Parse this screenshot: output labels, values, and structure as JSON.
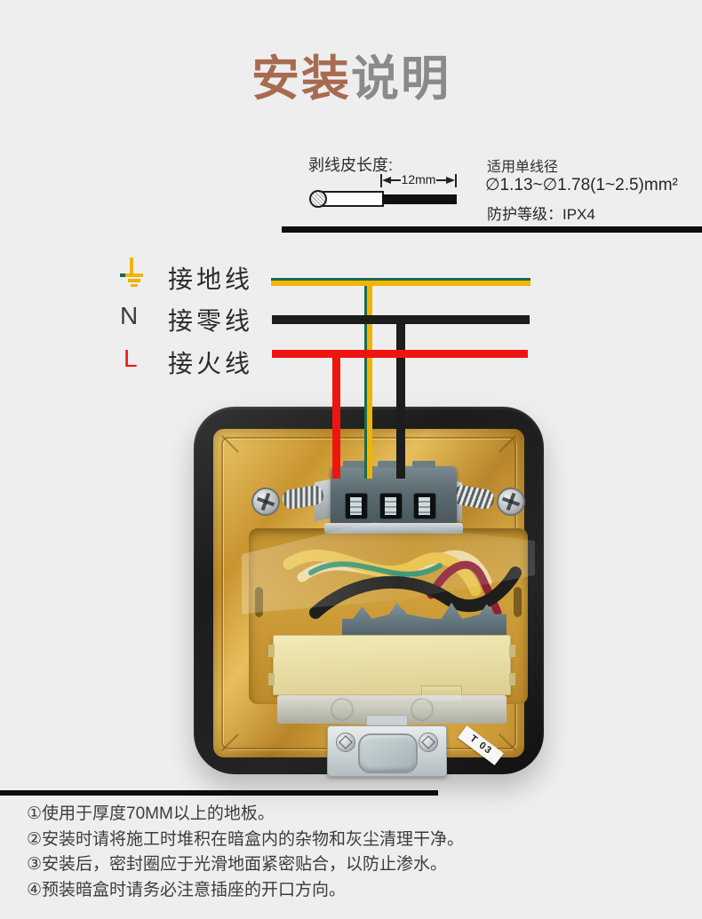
{
  "colors": {
    "background": "#eeeeee",
    "title_accent": "#a86b50",
    "title_gray": "#8a8a8a",
    "ground_yellow": "#f0b403",
    "ground_green": "#1c6a4e",
    "neutral_black": "#1d1d1b",
    "live_red": "#ee1511"
  },
  "title": {
    "part1": "安装",
    "part2": "说明"
  },
  "spec": {
    "strip_length_label": "剥线皮长度:",
    "strip_length_value": "12mm",
    "wire_diameter_title": "适用单线径",
    "wire_diameter_value": "∅1.13~∅1.78(1~2.5)mm²",
    "protection_rating": "防护等级：IPX4"
  },
  "wiring": {
    "ground": {
      "icon": "earth-ground-icon",
      "label": "接地线"
    },
    "neutral": {
      "symbol": "N",
      "label": "接零线"
    },
    "live": {
      "symbol": "L",
      "label": "接火线"
    }
  },
  "photo": {
    "tag_label": "T 03"
  },
  "notes": [
    "①使用于厚度70MM以上的地板。",
    "②安装时请将施工时堆积在暗盒内的杂物和灰尘清理干净。",
    "③安装后，密封圈应于光滑地面紧密贴合，以防止渗水。",
    "④预装暗盒时请务必注意插座的开口方向。"
  ]
}
